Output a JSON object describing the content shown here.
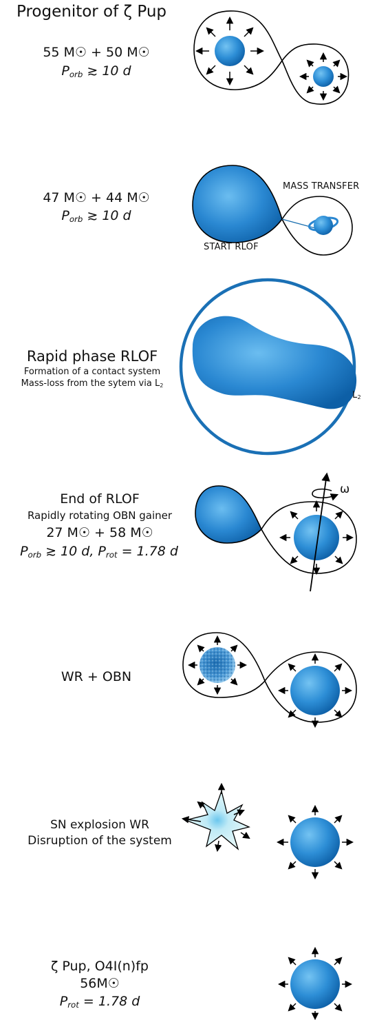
{
  "title": "Progenitor of ζ Pup",
  "stage1": {
    "masses": "55 M☉ + 50 M☉",
    "period_sym": "P",
    "period_sub": "orb",
    "period_rest": " ≳ 10 d"
  },
  "stage2": {
    "masses": "47 M☉ + 44 M☉",
    "period_sym": "P",
    "period_sub": "orb",
    "period_rest": " ≳ 10 d",
    "label_mass_transfer": "MASS TRANSFER",
    "label_start": "START RLOF"
  },
  "stage3": {
    "heading": "Rapid phase RLOF",
    "line1": "Formation of a contact system",
    "line2_text": "Mass-loss from the sytem via L",
    "line2_sub": "2",
    "l2_label": "L",
    "l2_sub": "2"
  },
  "stage4": {
    "heading": "End of RLOF",
    "line1": "Rapidly rotating OBN gainer",
    "masses": "27 M☉ + 58 M☉",
    "p1_sym": "P",
    "p1_sub": "orb",
    "p1_rest": " ≳ 10 d, ",
    "p2_sym": "P",
    "p2_sub": "rot",
    "p2_rest": " = 1.78 d",
    "omega": "ω"
  },
  "stage5": {
    "heading": "WR + OBN"
  },
  "stage6": {
    "line1": "SN explosion WR",
    "line2": "Disruption of the system"
  },
  "stage7": {
    "line1": "ζ Pup, O4I(n)fp",
    "line2": "56M☉",
    "p_sym": "P",
    "p_sub": "rot",
    "p_rest": " = 1.78 d"
  },
  "colors": {
    "star_core": "#5eb3ea",
    "star_edge": "#0d5fa6",
    "ring": "#1a70b5",
    "sn_fill": "#d8f4f8"
  }
}
